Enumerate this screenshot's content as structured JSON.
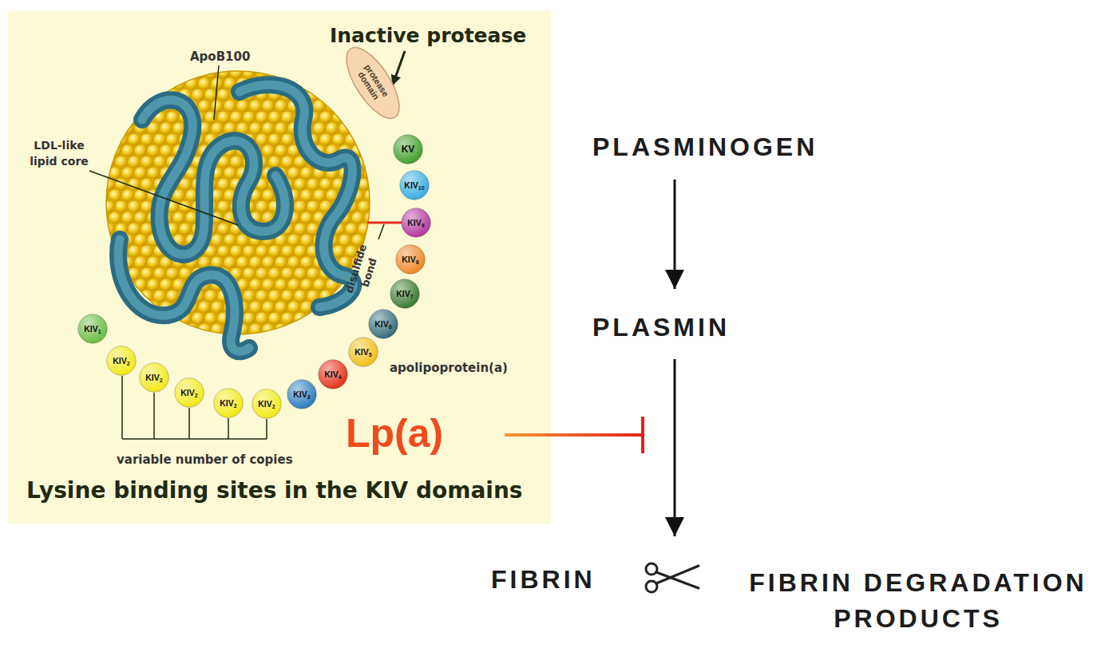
{
  "diagram": {
    "nodes": [
      {
        "text": [
          "Lysine binding sites in the KIV domains"
        ]
      },
      {
        "text": [
          "KIV",
          "1"
        ],
        "in": 0
      },
      {
        "text": [
          "KIV",
          "2"
        ],
        "in": 0
      },
      {
        "text": [
          "KIV",
          "2"
        ],
        "in": 0
      },
      {
        "text": [
          "KIV",
          "2"
        ],
        "in": 0
      },
      {
        "text": [
          "KIV",
          "2"
        ],
        "in": 0
      },
      {
        "text": [
          "KIV",
          "2"
        ],
        "in": 0
      },
      {
        "text": [
          "KIV",
          "3"
        ],
        "in": 0
      },
      {
        "text": [
          "KIV",
          "4"
        ],
        "in": 0
      },
      {
        "text": [
          "KIV",
          "5"
        ],
        "in": 0
      },
      {
        "text": [
          "KIV",
          "6"
        ],
        "in": 0
      },
      {
        "text": [
          "KIV",
          "7"
        ],
        "in": 0
      },
      {
        "text": [
          "KIV",
          "8"
        ],
        "in": 0
      },
      {
        "text": [
          "KIV",
          "9"
        ],
        "in": 0
      },
      {
        "text": [
          "KIV",
          "10"
        ],
        "in": 0
      },
      {
        "text": [
          "KV"
        ],
        "in": 0
      },
      {
        "text": [
          "protease domain"
        ],
        "in": 0
      },
      {
        "text": [
          "PLASMINOGEN"
        ]
      },
      {
        "text": [
          "PLASMIN"
        ]
      },
      {
        "text": [
          "FIBRIN"
        ]
      },
      {
        "text": [
          "FIBRIN DEGRADATION PRODUCTS"
        ]
      }
    ],
    "edges": [
      {
        "from": 17,
        "to": 18,
        "arrow": "to"
      }
    ],
    "labels": [
      "Inactive protease",
      "ApoB100",
      "LDL-like lipid core",
      "disulfide bond",
      "apolipoprotein(a)",
      "variable number of copies",
      "Lp(a)"
    ]
  }
}
